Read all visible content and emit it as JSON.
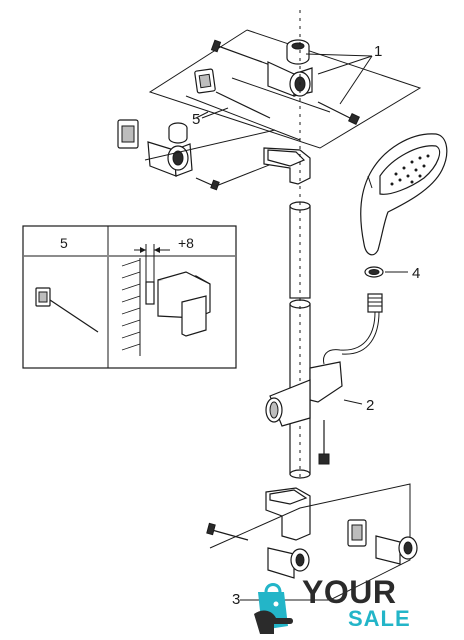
{
  "callouts": {
    "c1": "1",
    "c2": "2",
    "c3": "3",
    "c4": "4",
    "c5_main": "5",
    "c5_inset": "5"
  },
  "inset": {
    "dimension": "+8"
  },
  "logo": {
    "word1": "YOUR",
    "word2": "SALE",
    "accent_color": "#23b5c8",
    "dark_color": "#2b2b2b",
    "icon": "shopping-bag-hand-icon"
  }
}
